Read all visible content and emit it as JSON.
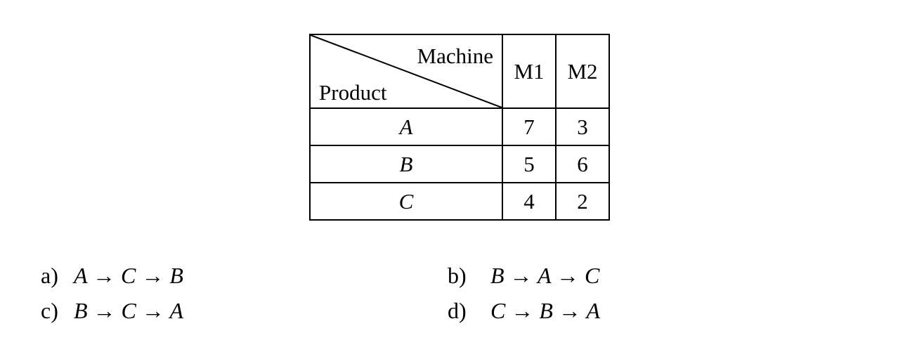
{
  "table": {
    "column_header": "Machine",
    "row_header": "Product",
    "machines": [
      "M1",
      "M2"
    ],
    "rows": [
      {
        "product": "A",
        "values": [
          "7",
          "3"
        ]
      },
      {
        "product": "B",
        "values": [
          "5",
          "6"
        ]
      },
      {
        "product": "C",
        "values": [
          "4",
          "2"
        ]
      }
    ]
  },
  "options": [
    {
      "label": "a)",
      "sequence": "A → C → B"
    },
    {
      "label": "b)",
      "sequence": "B → A → C"
    },
    {
      "label": "c)",
      "sequence": "B → C → A"
    },
    {
      "label": "d)",
      "sequence": "C → B → A"
    }
  ]
}
